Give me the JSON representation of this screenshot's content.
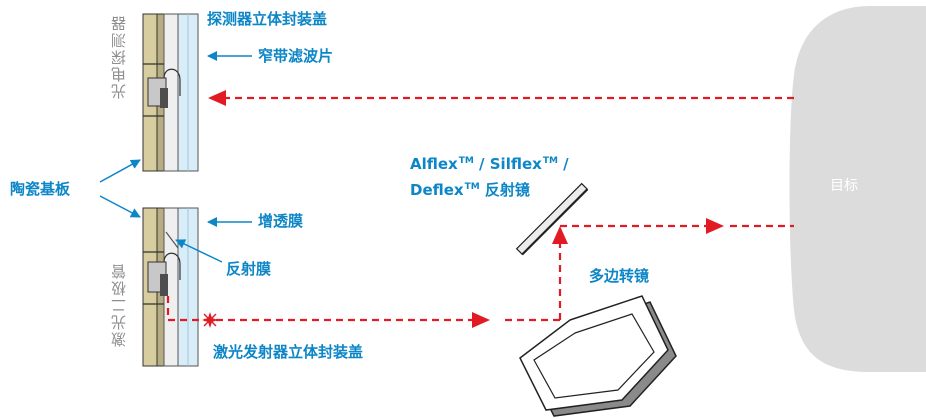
{
  "labels": {
    "detector": "光电探测器",
    "detector_cover": "探测器立体封装盖",
    "filter": "窄带滤波片",
    "ceramic": "陶瓷基板",
    "ar_film": "增透膜",
    "reflective_film": "反射膜",
    "laser": "激光二极管",
    "laser_cover": "激光发射器立体封装盖",
    "mirror_line1_a": "Alflex",
    "mirror_line1_b": " / Silflex",
    "mirror_line1_c": " /",
    "mirror_line2_a": "Deflex",
    "mirror_line2_b": " 反射镜",
    "tm": "TM",
    "polygon": "多边转镜",
    "target": "目标"
  },
  "colors": {
    "accent_blue": "#0d86c7",
    "beam_red": "#e01b24",
    "target_gray": "#dcdcdc",
    "glass": "#d8edf7",
    "substrate": "#d8cd9e",
    "chip_dark": "#4e4e4e",
    "chip_light": "#c8c8c8"
  },
  "icons": {
    "laser_spark": "starburst-icon"
  }
}
